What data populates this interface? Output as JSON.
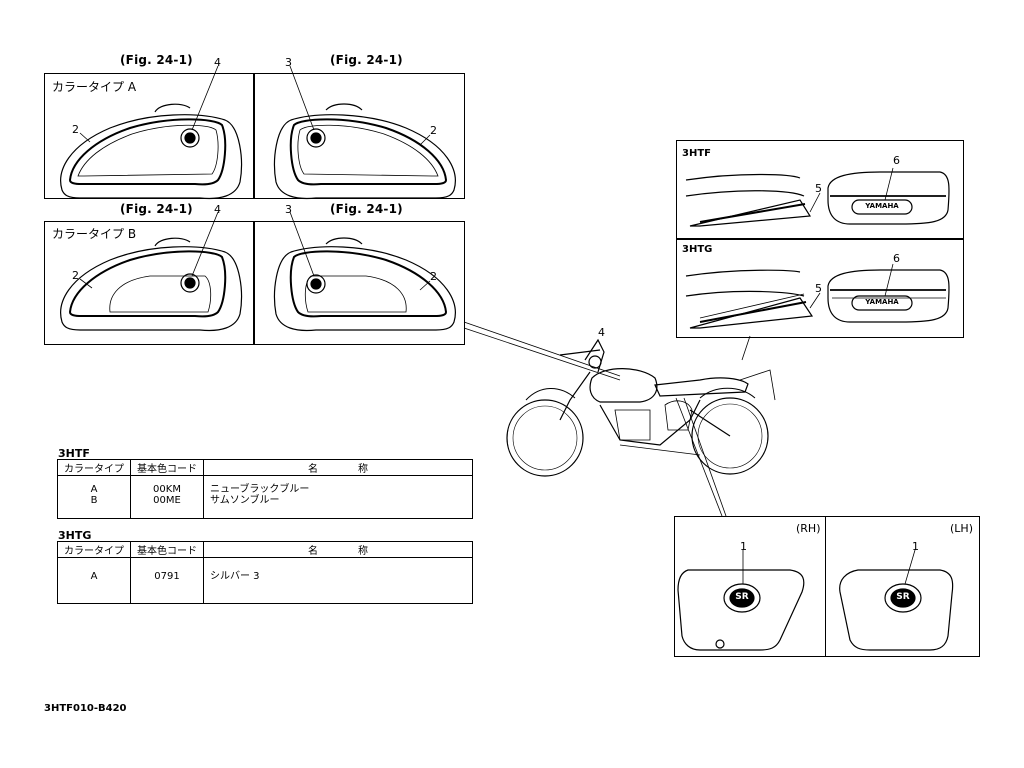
{
  "figures": {
    "fig_ref": "(Fig. 24-1)",
    "color_type_a": "カラータイプ A",
    "color_type_b": "カラータイプ B"
  },
  "callouts": {
    "n1": "1",
    "n2": "2",
    "n3": "3",
    "n4": "4",
    "n5": "5",
    "n6": "6"
  },
  "insets": {
    "htf": "3HTF",
    "htg": "3HTG",
    "rh": "(RH)",
    "lh": "(LH)",
    "yamaha": "YAMAHA",
    "sr": "SR"
  },
  "tables": [
    {
      "model": "3HTF",
      "headers": [
        "カラータイプ",
        "基本色コード",
        "名　　　　称"
      ],
      "rows": [
        {
          "type": "A",
          "code": "00KM",
          "name": "ニューブラックブルー"
        },
        {
          "type": "B",
          "code": "00ME",
          "name": "サムソンブルー"
        }
      ]
    },
    {
      "model": "3HTG",
      "headers": [
        "カラータイプ",
        "基本色コード",
        "名　　　　称"
      ],
      "rows": [
        {
          "type": "A",
          "code": "0791",
          "name": "シルバー 3"
        }
      ]
    }
  ],
  "drawing_code": "3HTF010-B420"
}
